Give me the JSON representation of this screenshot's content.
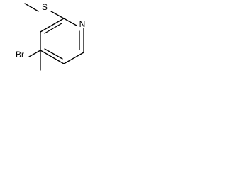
{
  "molecule": {
    "atoms": {
      "sulfur": "S",
      "bromine": "Br",
      "nitrogen": "N"
    }
  }
}
